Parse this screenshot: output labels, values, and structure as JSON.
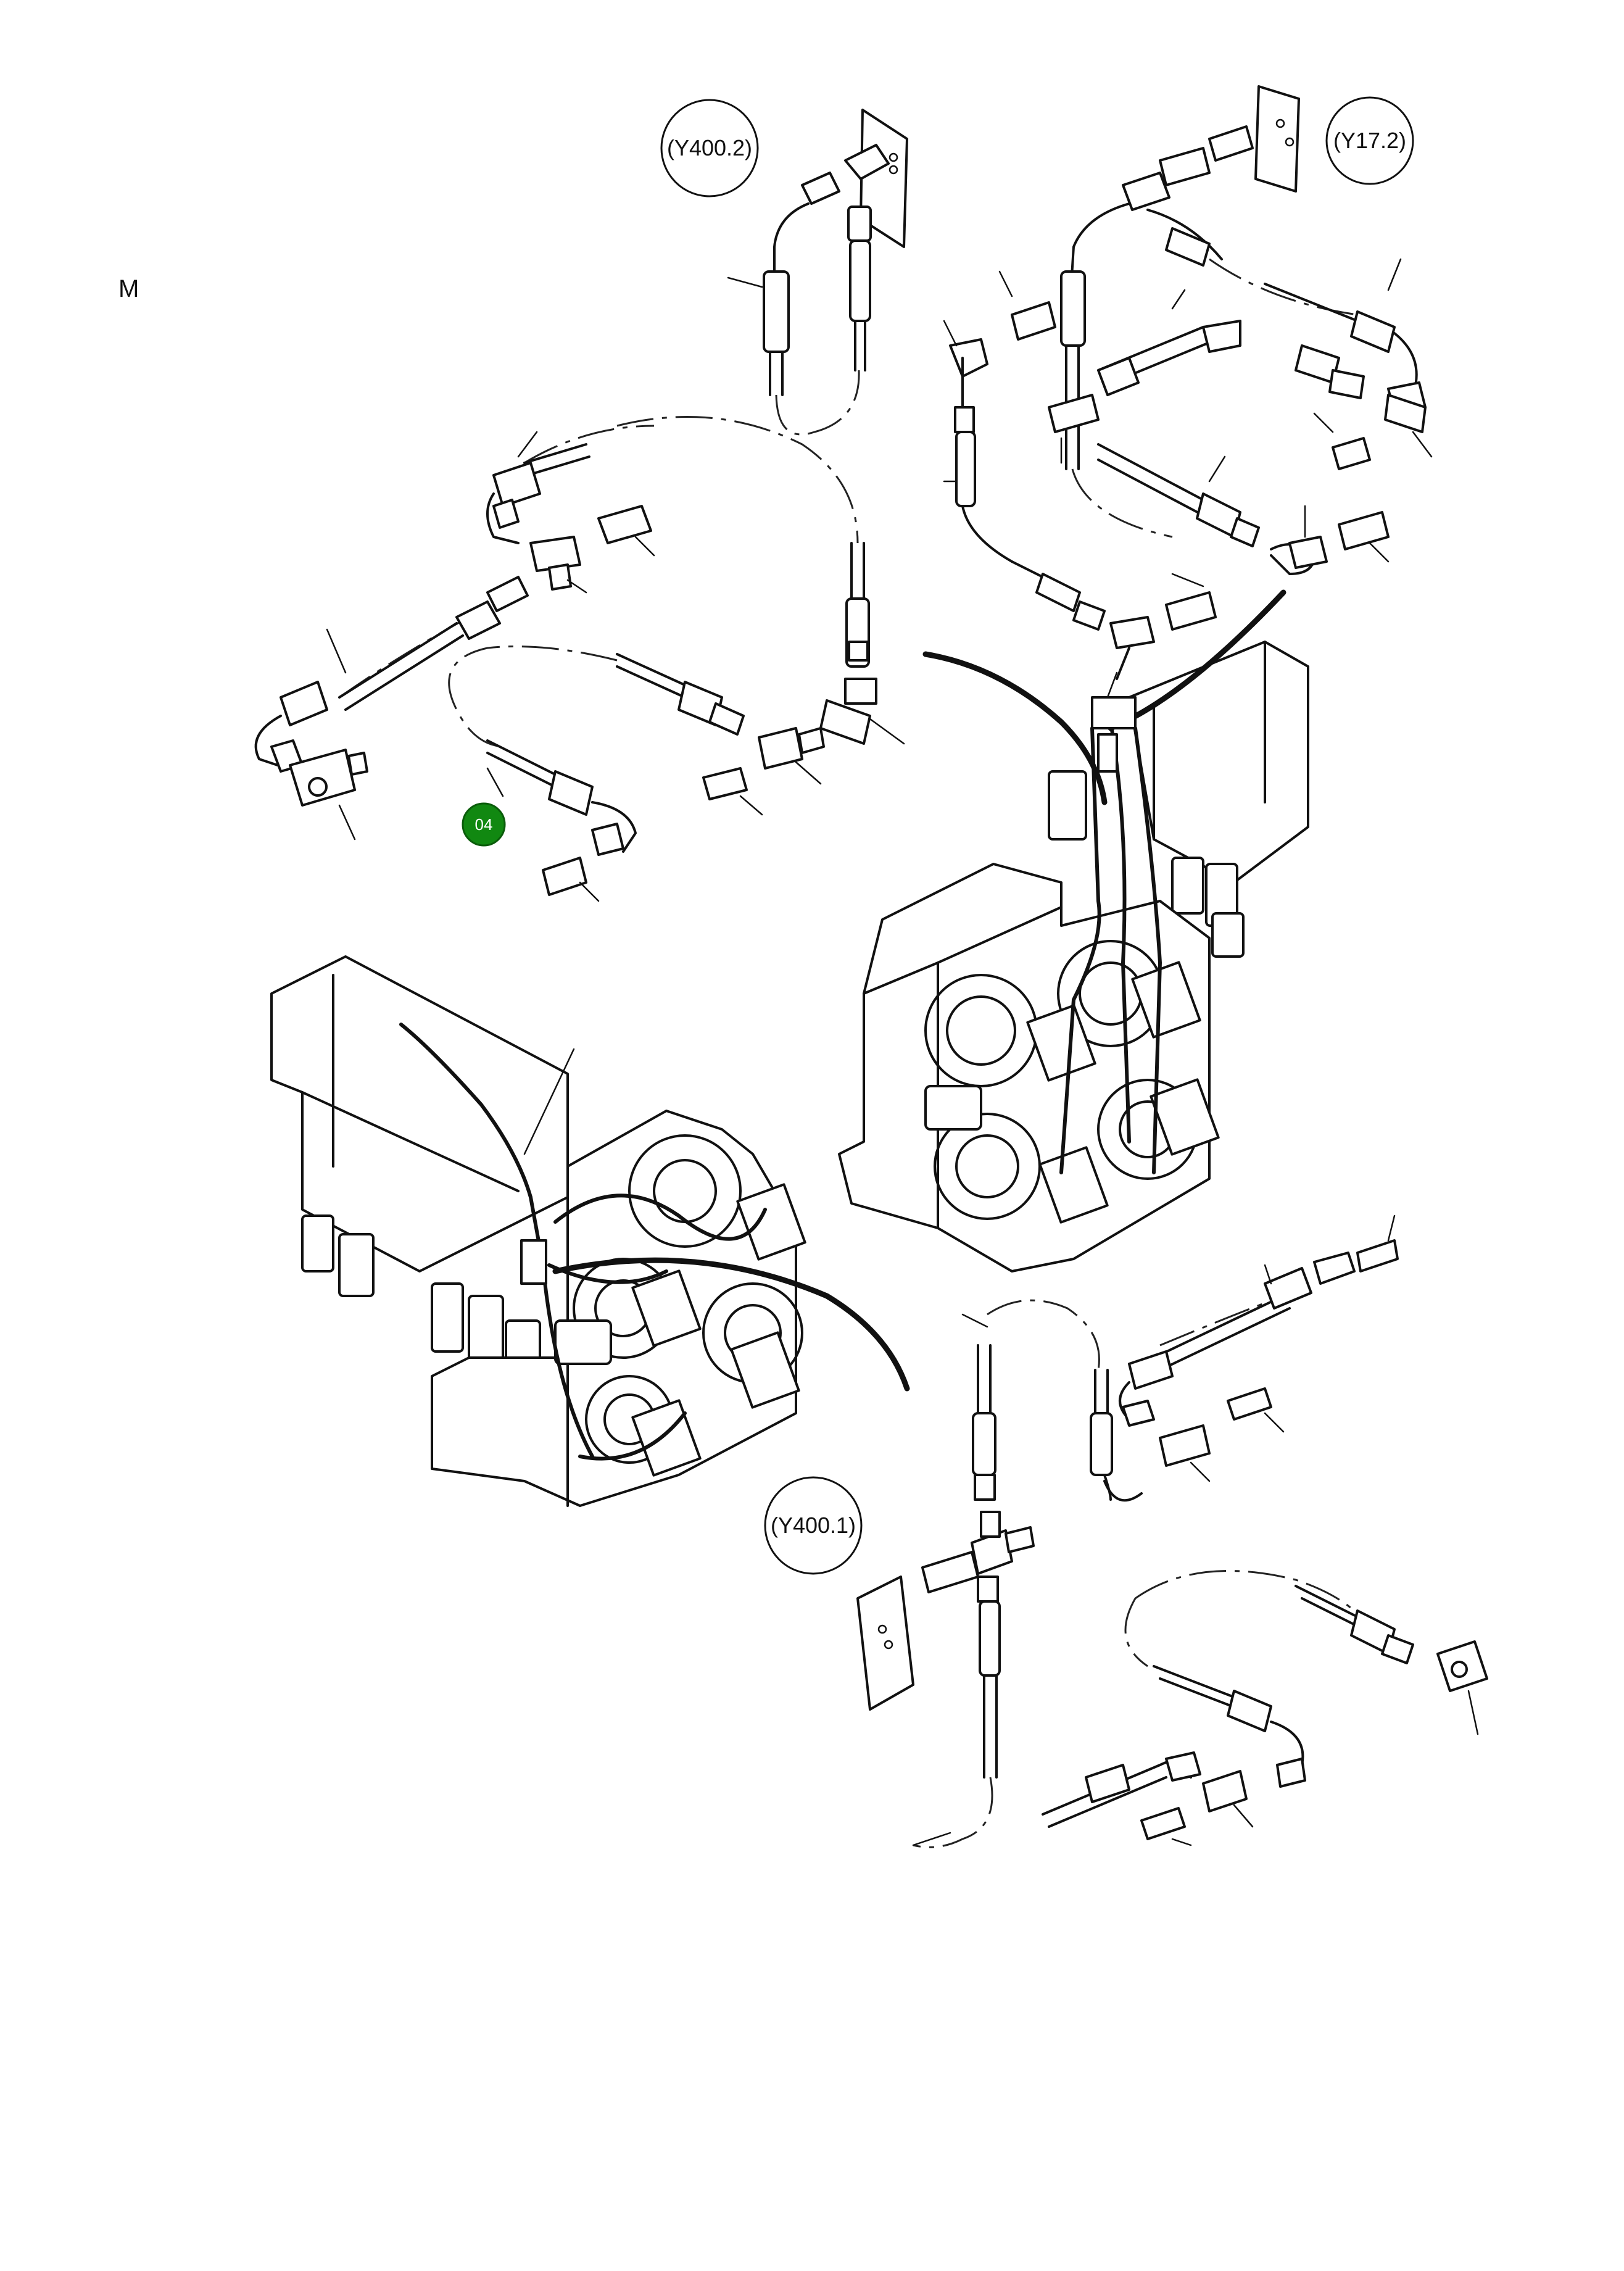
{
  "page": {
    "section_letter": "M"
  },
  "callouts": {
    "y400_2": "(Y400.2)",
    "y17_2": "(Y17.2)",
    "y400_1": "(Y400.1)"
  },
  "markers": {
    "item_04": {
      "label": "04",
      "color": "#118811"
    }
  }
}
